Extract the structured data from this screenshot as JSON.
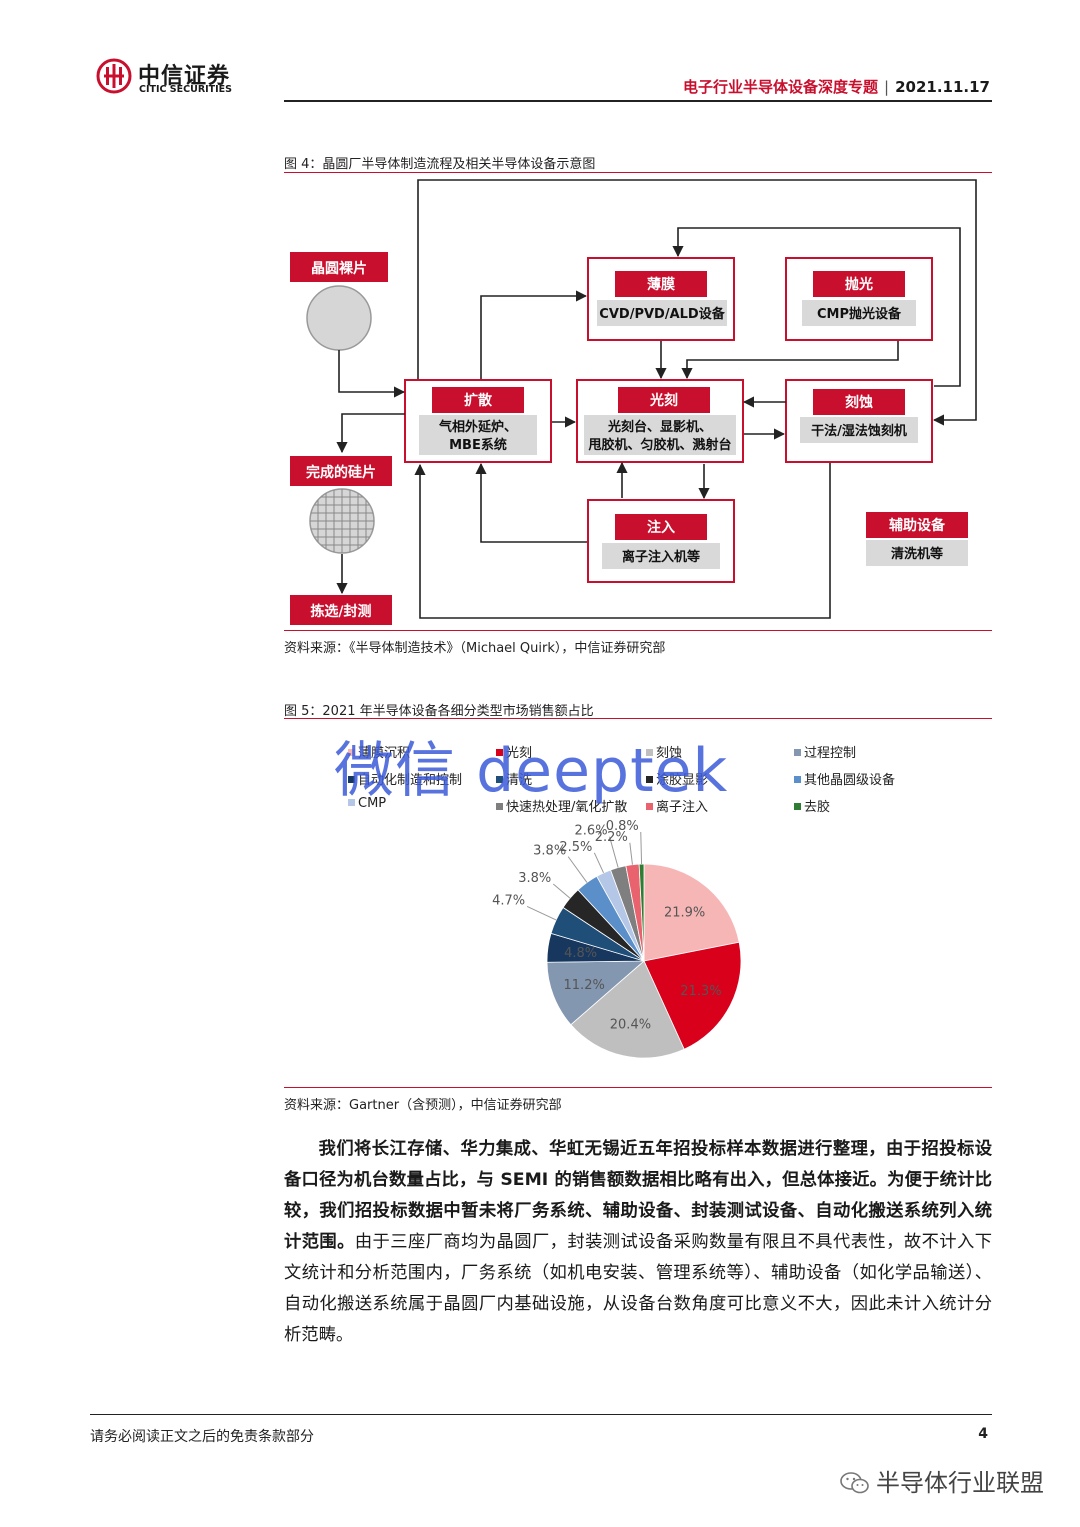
{
  "header": {
    "logo_cn": "中信证券",
    "logo_en": "CITIC SECURITIES",
    "title": "电子行业半导体设备深度专题",
    "separator": "|",
    "date": "2021.11.17"
  },
  "figure4": {
    "caption": "图 4：晶圆厂半导体制造流程及相关半导体设备示意图",
    "source": "资料来源：《半导体制造技术》（Michael Quirk），中信证券研究部",
    "wafer_bare": "晶圆裸片",
    "wafer_done": "完成的硅片",
    "sort_test": "拣选/封测",
    "thin_film": {
      "title": "薄膜",
      "equip": "CVD/PVD/ALD设备"
    },
    "polish": {
      "title": "抛光",
      "equip": "CMP抛光设备"
    },
    "diffusion": {
      "title": "扩散",
      "equip1": "气相外延炉、",
      "equip2": "MBE系统"
    },
    "litho": {
      "title": "光刻",
      "equip1": "光刻台、显影机、",
      "equip2": "甩胶机、匀胶机、溅射台"
    },
    "etch": {
      "title": "刻蚀",
      "equip": "干法/湿法蚀刻机"
    },
    "implant": {
      "title": "注入",
      "equip": "离子注入机等"
    },
    "aux": {
      "title": "辅助设备",
      "equip": "清洗机等"
    }
  },
  "figure5": {
    "caption": "图 5：2021 年半导体设备各细分类型市场销售额占比",
    "source": "资料来源：Gartner（含预测），中信证券研究部",
    "watermark": "微信 deeptek"
  },
  "chart_data": {
    "type": "pie",
    "title": "",
    "categories": [
      "薄膜沉积",
      "光刻",
      "刻蚀",
      "过程控制",
      "自动化制造和控制",
      "清洗",
      "涂胶显影",
      "其他晶圆级设备",
      "CMP",
      "快速热处理/氧化扩散",
      "离子注入",
      "去胶"
    ],
    "values": [
      21.9,
      21.3,
      20.4,
      11.2,
      4.8,
      4.7,
      3.8,
      3.8,
      2.5,
      2.6,
      2.2,
      0.8
    ],
    "labels": [
      "21.9%",
      "21.3%",
      "20.4%",
      "11.2%",
      "4.8%",
      "4.7%",
      "3.8%",
      "3.8%",
      "2.5%",
      "2.6%",
      "2.2%",
      "0.8%"
    ],
    "colors": [
      "#f7b6b6",
      "#d9001b",
      "#bfbfbf",
      "#8497b0",
      "#17375e",
      "#1f4e79",
      "#262626",
      "#5b8fc9",
      "#b4c7e7",
      "#7f7f7f",
      "#e8636d",
      "#2e7d32"
    ],
    "legend_order": [
      0,
      1,
      2,
      3,
      4,
      5,
      6,
      7,
      8,
      9,
      10,
      11
    ],
    "legend_placement": "top"
  },
  "body": {
    "bold": "我们将长江存储、华力集成、华虹无锡近五年招投标样本数据进行整理，由于招投标设备口径为机台数量占比，与 SEMI 的销售额数据相比略有出入，但总体接近。为便于统计比较，我们招投标数据中暂未将厂务系统、辅助设备、封装测试设备、自动化搬送系统列入统计范围。",
    "normal": "由于三座厂商均为晶圆厂，封装测试设备采购数量有限且不具代表性，故不计入下文统计和分析范围内，厂务系统（如机电安装、管理系统等）、辅助设备（如化学品输送）、自动化搬送系统属于晶圆厂内基础设施，从设备台数角度可比意义不大，因此未计入统计分析范畴。"
  },
  "footer": {
    "disclaimer": "请务必阅读正文之后的免责条款部分",
    "page": "4",
    "wechat_name": "半导体行业联盟"
  }
}
